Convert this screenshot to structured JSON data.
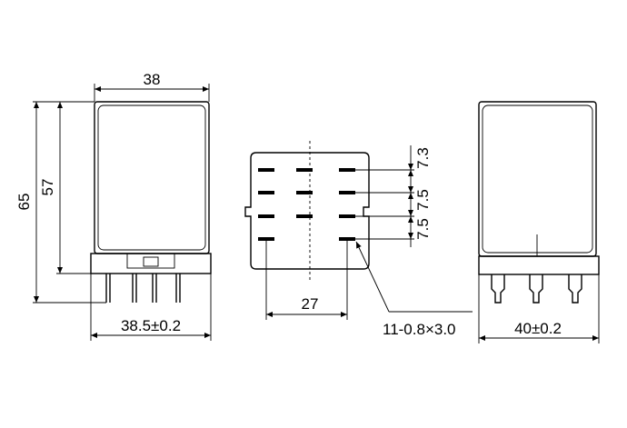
{
  "front_view": {
    "width_label": "38",
    "height_total_label": "65",
    "height_body_label": "57",
    "base_width_label": "38.5±0.2"
  },
  "bottom_view": {
    "pin_spacing_label": "27",
    "pin_spec_label": "11-0.8×3.0",
    "row_pitch_top_label": "7.3",
    "row_pitch_mid_label": "7.5",
    "row_pitch_low_label": "7.5"
  },
  "side_view": {
    "base_width_label": "40±0.2"
  }
}
